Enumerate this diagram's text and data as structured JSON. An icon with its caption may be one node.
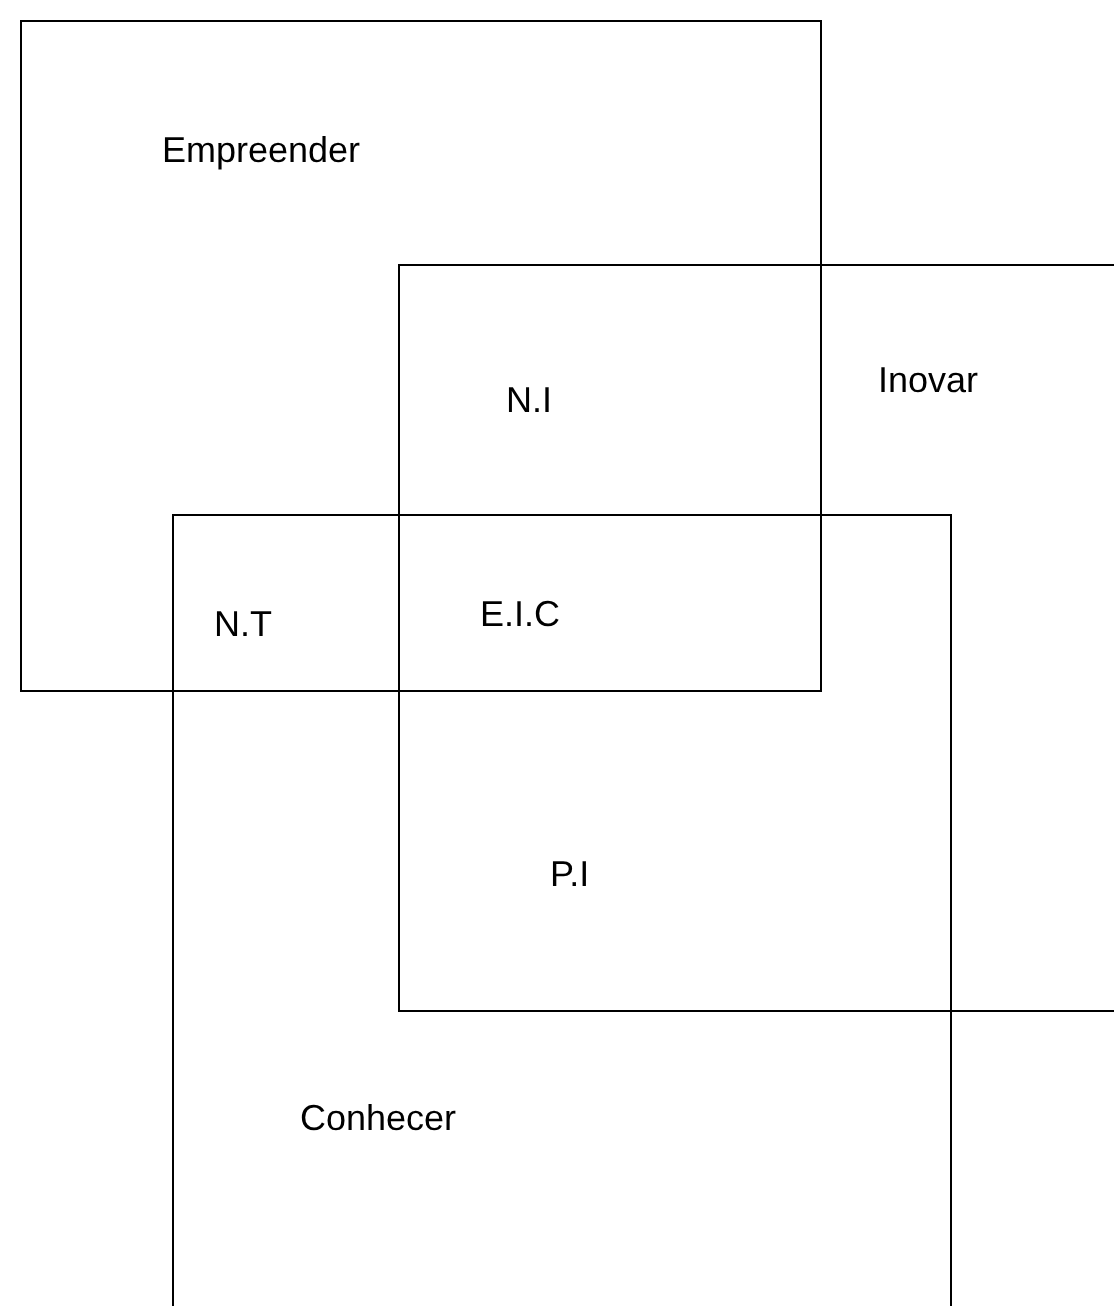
{
  "diagram": {
    "nodes": [
      {
        "text": [
          "Empreender"
        ]
      },
      {
        "text": [
          "Inovar"
        ]
      },
      {
        "text": [
          "Conhecer"
        ]
      }
    ],
    "labels": [
      "N.I",
      "N.T",
      "E.I.C",
      "P.I"
    ]
  }
}
